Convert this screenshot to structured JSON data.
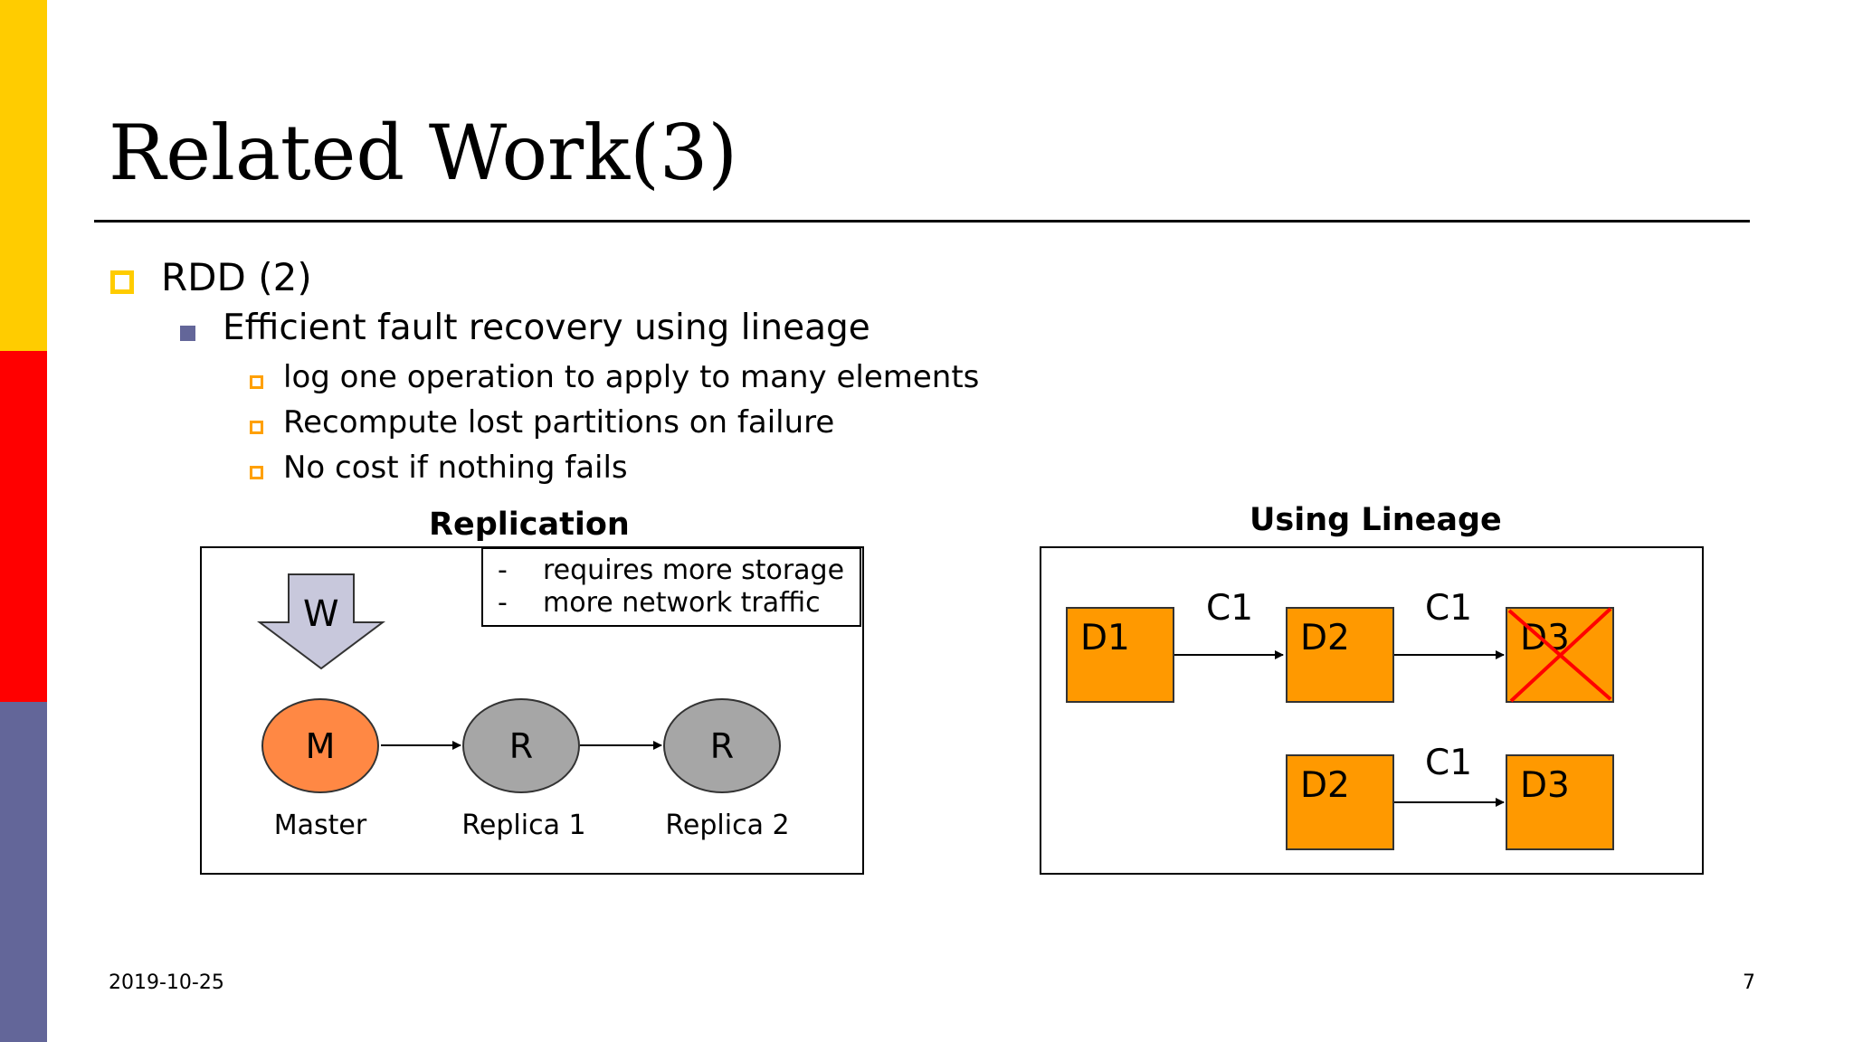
{
  "slide": {
    "title": "Related Work(3)",
    "bullets": {
      "level1": "RDD (2)",
      "level2": "Efficient fault recovery using lineage",
      "level3": [
        "log one operation to apply to many elements",
        "Recompute lost partitions on failure",
        "No cost if nothing fails"
      ]
    }
  },
  "replication": {
    "title": "Replication",
    "notes": [
      "requires more storage",
      "more network traffic"
    ],
    "note_dash": "-",
    "arrow_label": "W",
    "nodes": [
      {
        "letter": "M",
        "label": "Master"
      },
      {
        "letter": "R",
        "label": "Replica 1"
      },
      {
        "letter": "R",
        "label": "Replica 2"
      }
    ]
  },
  "lineage": {
    "title": "Using Lineage",
    "row1": {
      "boxes": [
        "D1",
        "D2",
        "D3"
      ],
      "ops": [
        "C1",
        "C1"
      ]
    },
    "row2": {
      "boxes": [
        "D2",
        "D3"
      ],
      "ops": [
        "C1"
      ]
    }
  },
  "footer": {
    "date": "2019-10-25",
    "page": "7"
  },
  "colors": {
    "yellow": "#FFCC00",
    "red": "#FF0000",
    "purple": "#636699",
    "master": "#FF8844",
    "replica": "#A6A6A6",
    "data_box": "#FF9900",
    "fail_cross": "#FF0000",
    "write_arrow": "#C8C8DC"
  }
}
